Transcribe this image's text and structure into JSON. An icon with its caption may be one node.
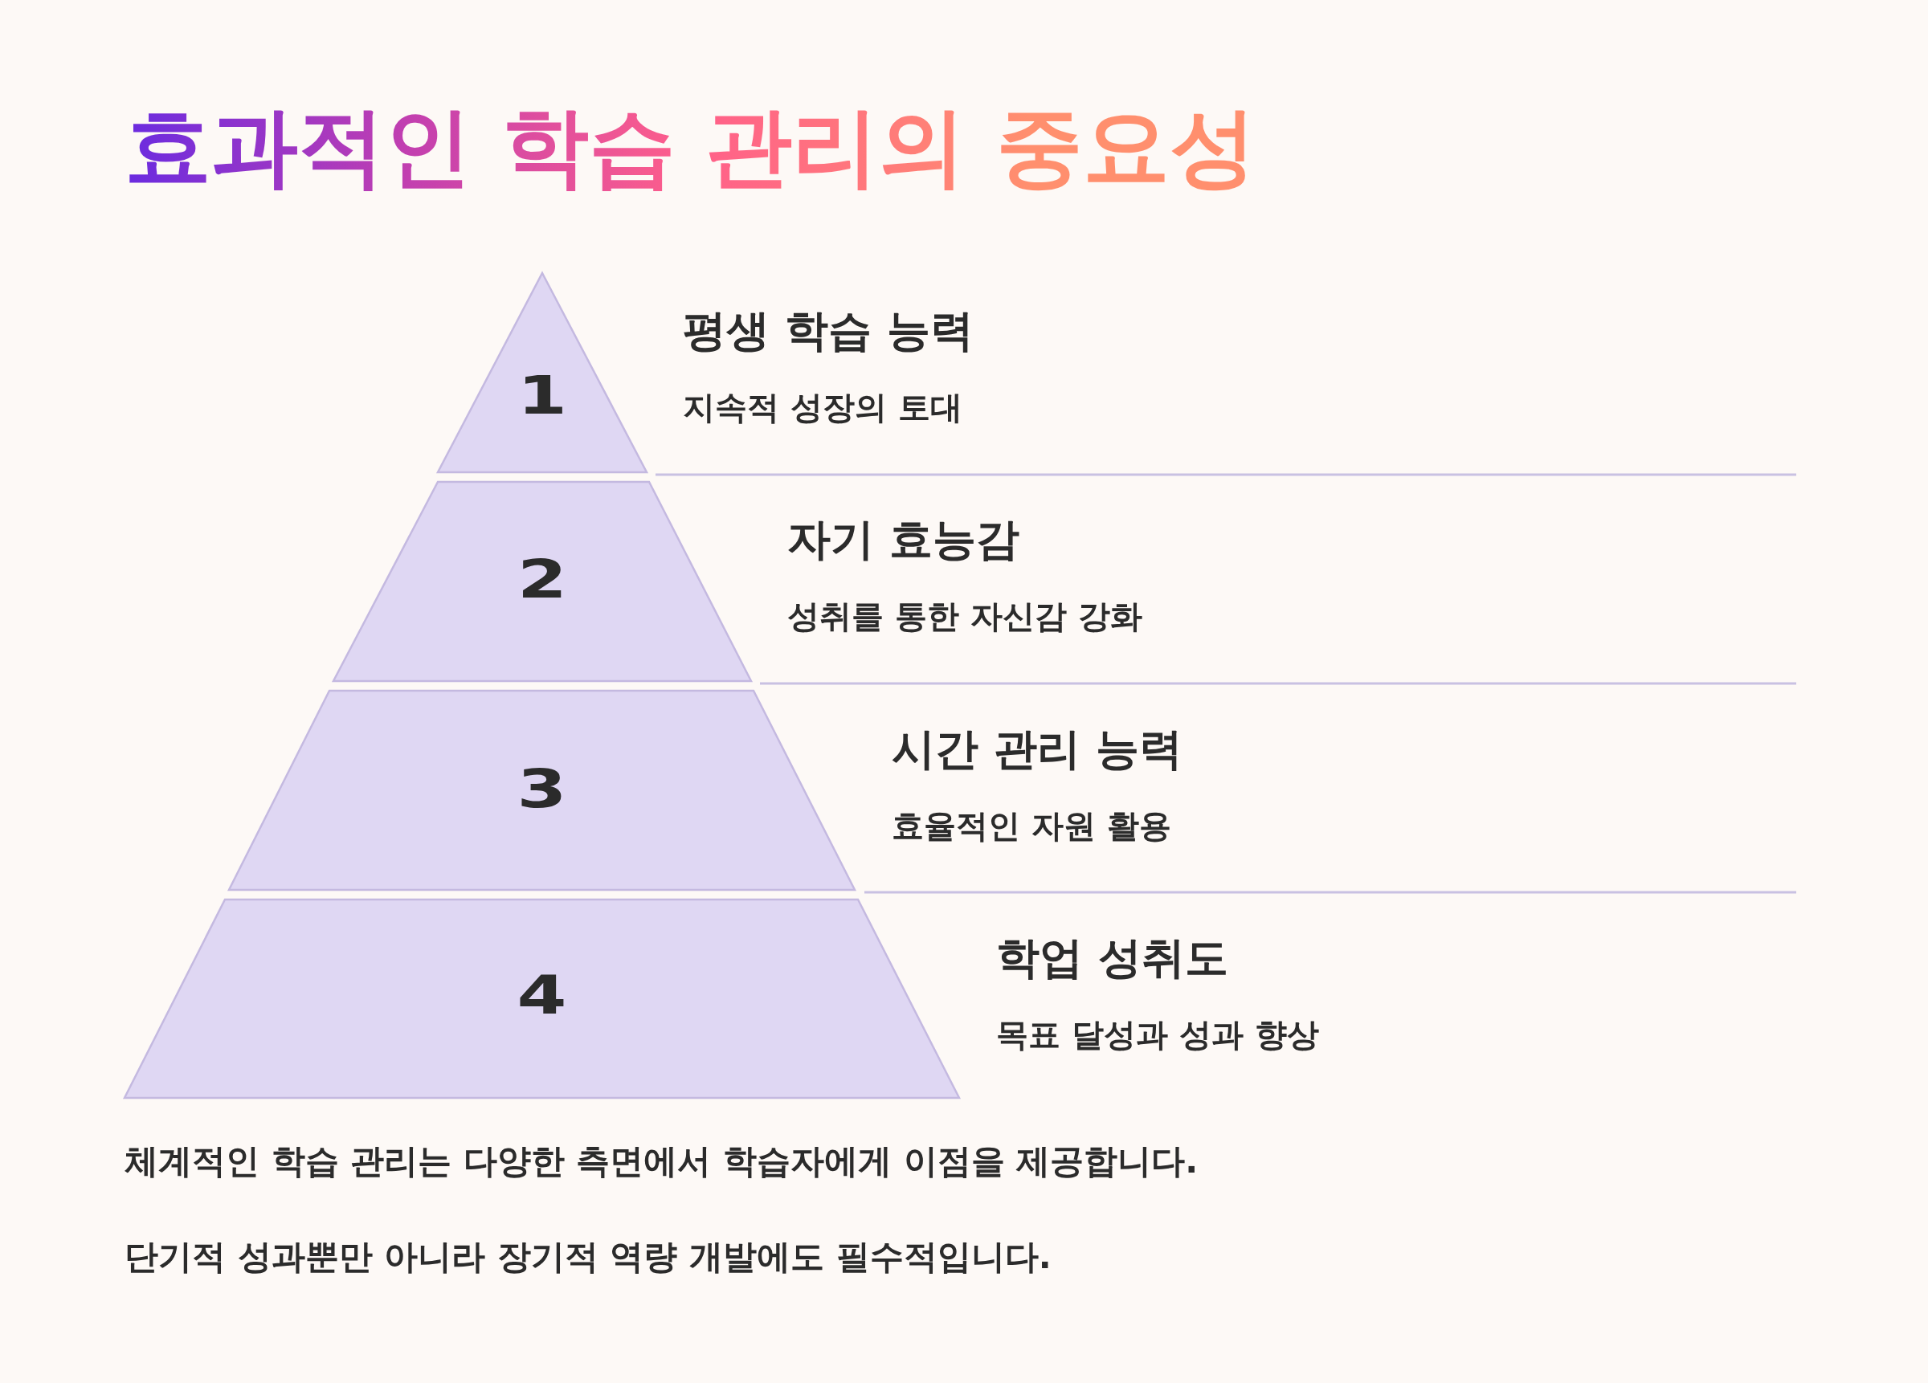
{
  "diagram": {
    "title": "효과적인 학습 관리의 중요성",
    "nodes": [
      {
        "text": [
          "1"
        ],
        "beside": [
          "평생 학습 능력",
          "지속적 성장의 토대"
        ]
      },
      {
        "text": [
          "2"
        ],
        "beside": [
          "자기 효능감",
          "성취를 통한 자신감 강화"
        ]
      },
      {
        "text": [
          "3"
        ],
        "beside": [
          "시간 관리 능력",
          "효율적인 자원 활용"
        ]
      },
      {
        "text": [
          "4"
        ],
        "beside": [
          "학업 성취도",
          "목표 달성과 성과 향상"
        ]
      }
    ],
    "labels": [
      "체계적인 학습 관리는 다양한 측면에서 학습자에게 이점을 제공합니다.",
      "단기적 성과뿐만 아니라 장기적 역량 개발에도 필수적입니다."
    ]
  }
}
